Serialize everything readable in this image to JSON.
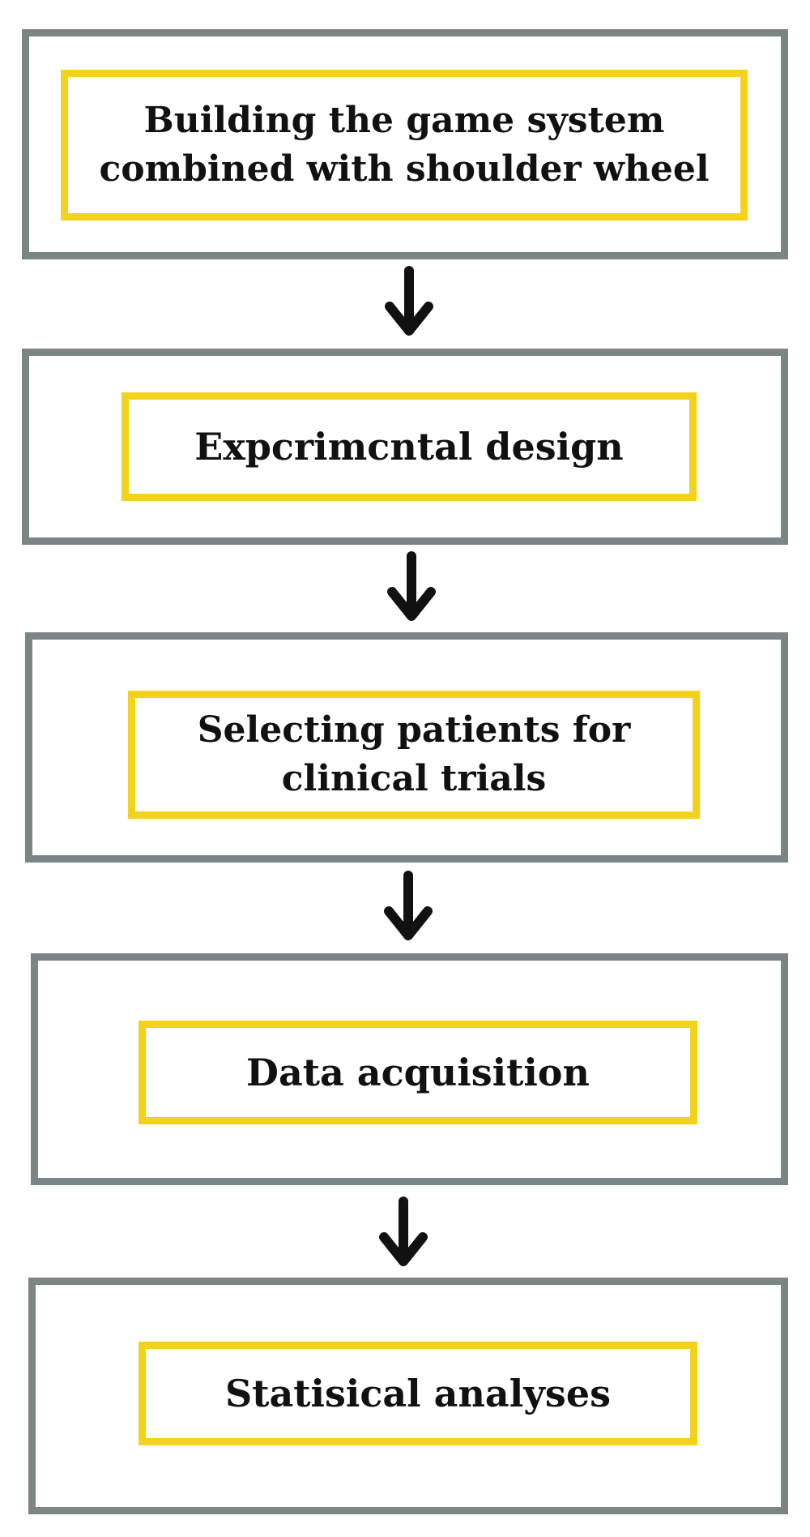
{
  "flowchart": {
    "steps": [
      {
        "lines": [
          "Building the game system",
          "combined with shoulder wheel"
        ]
      },
      {
        "lines": [
          "Expcrimcntal design"
        ]
      },
      {
        "lines": [
          "Selecting patients for",
          "clinical trials"
        ]
      },
      {
        "lines": [
          "Data acquisition"
        ]
      },
      {
        "lines": [
          "Statisical analyses"
        ]
      }
    ]
  },
  "colors": {
    "outer_border": "#7a8584",
    "inner_border": "#f2d21c",
    "text": "#111111",
    "arrow": "#111111",
    "background": "#ffffff"
  },
  "icons": {
    "connector": "down-arrow-icon"
  }
}
